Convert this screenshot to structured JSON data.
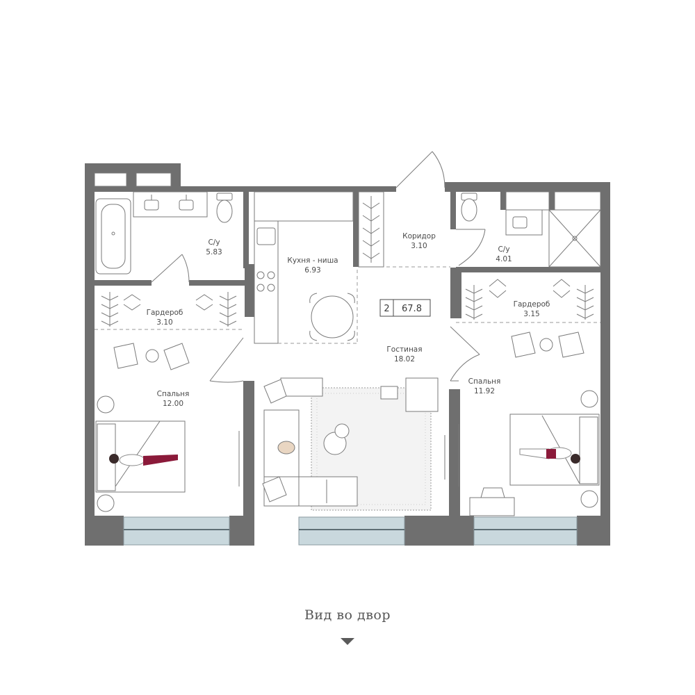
{
  "plan": {
    "rooms_count": "2",
    "total_area": "67.8",
    "colors": {
      "wall": "#6f6f6f",
      "glass": "#c9d8dd",
      "accent": "#8b1a3a"
    },
    "rooms": [
      {
        "name": "С/у",
        "area": "5.83"
      },
      {
        "name": "Кухня - ниша",
        "area": "6.93"
      },
      {
        "name": "Коридор",
        "area": "3.10"
      },
      {
        "name": "С/у",
        "area": "4.01"
      },
      {
        "name": "Гардероб",
        "area": "3.10"
      },
      {
        "name": "Гардероб",
        "area": "3.15"
      },
      {
        "name": "Гостиная",
        "area": "18.02"
      },
      {
        "name": "Спальня",
        "area": "12.00"
      },
      {
        "name": "Спальня",
        "area": "11.92"
      }
    ]
  },
  "footer": {
    "view_label": "Вид во двор",
    "arrow_icon": "triangle-down-icon"
  }
}
